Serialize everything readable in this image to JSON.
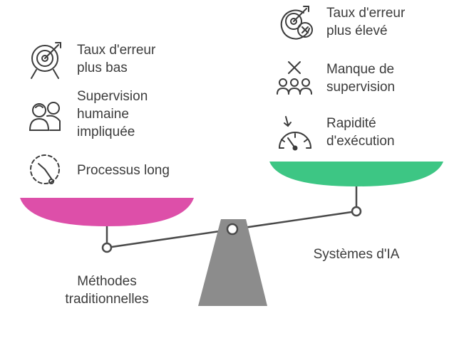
{
  "colors": {
    "left_pan": "#dd4fa9",
    "right_pan": "#3dc684",
    "base": "#8c8c8c",
    "beam": "#4a4a4a",
    "icon": "#3c3c3c",
    "text": "#3c3c3c"
  },
  "left_side": {
    "label_lines": [
      "Méthodes",
      "traditionnelles"
    ],
    "items": [
      {
        "icon": "target-arrow-icon",
        "lines": [
          "Taux d'erreur",
          "plus bas"
        ]
      },
      {
        "icon": "people-supervision-icon",
        "lines": [
          "Supervision",
          "humaine",
          "impliquée"
        ]
      },
      {
        "icon": "dashed-clock-icon",
        "lines": [
          "Processus long"
        ]
      }
    ]
  },
  "right_side": {
    "label_lines": [
      "Systèmes d'IA"
    ],
    "items": [
      {
        "icon": "target-error-icon",
        "lines": [
          "Taux d'erreur",
          "plus élevé"
        ]
      },
      {
        "icon": "no-supervision-icon",
        "lines": [
          "Manque de",
          "supervision"
        ]
      },
      {
        "icon": "speedometer-icon",
        "lines": [
          "Rapidité",
          "d'exécution"
        ]
      }
    ]
  }
}
